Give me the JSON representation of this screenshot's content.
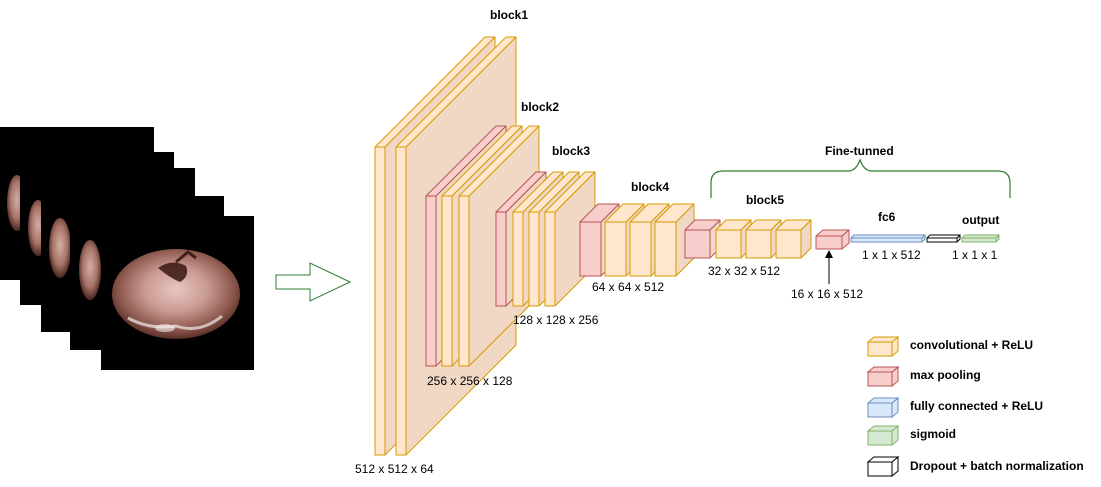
{
  "blocks": {
    "block1": "block1",
    "block2": "block2",
    "block3": "block3",
    "block4": "block4",
    "block5": "block5",
    "fc6": "fc6",
    "output": "output"
  },
  "dims": {
    "block1": "512 x 512 x 64",
    "block2": "256 x 256 x 128",
    "block3": "128  x 128 x 256",
    "block4": "64 x 64 x 512",
    "block5": "32 x 32 x 512",
    "pool5": "16 x 16 x 512",
    "fc6": "1 x 1 x 512",
    "output": "1 x 1 x 1"
  },
  "bracket_label": "Fine-tunned",
  "legend": [
    {
      "label": "convolutional + ReLU",
      "fill": "#ffe6cc",
      "stroke": "#d79b00"
    },
    {
      "label": "max pooling",
      "fill": "#f8cecc",
      "stroke": "#b85450"
    },
    {
      "label": "fully connected + ReLU",
      "fill": "#dae8fc",
      "stroke": "#6c8ebf"
    },
    {
      "label": "sigmoid",
      "fill": "#d5e8d4",
      "stroke": "#82b366"
    },
    {
      "label": "Dropout + batch normalization",
      "fill": "#ffffff",
      "stroke": "#000000"
    }
  ],
  "colors": {
    "conv_fill": "#ffe6cc",
    "conv_stroke": "#d79b00",
    "pool_fill": "#f8cecc",
    "pool_stroke": "#b85450",
    "fc_fill": "#dae8fc",
    "fc_stroke": "#6c8ebf",
    "sig_fill": "#d5e8d4",
    "sig_stroke": "#82b366",
    "depth_face": "#f0d8c4",
    "arrow_stroke": "#2e7d32",
    "bracket_stroke": "#2e7d32"
  }
}
